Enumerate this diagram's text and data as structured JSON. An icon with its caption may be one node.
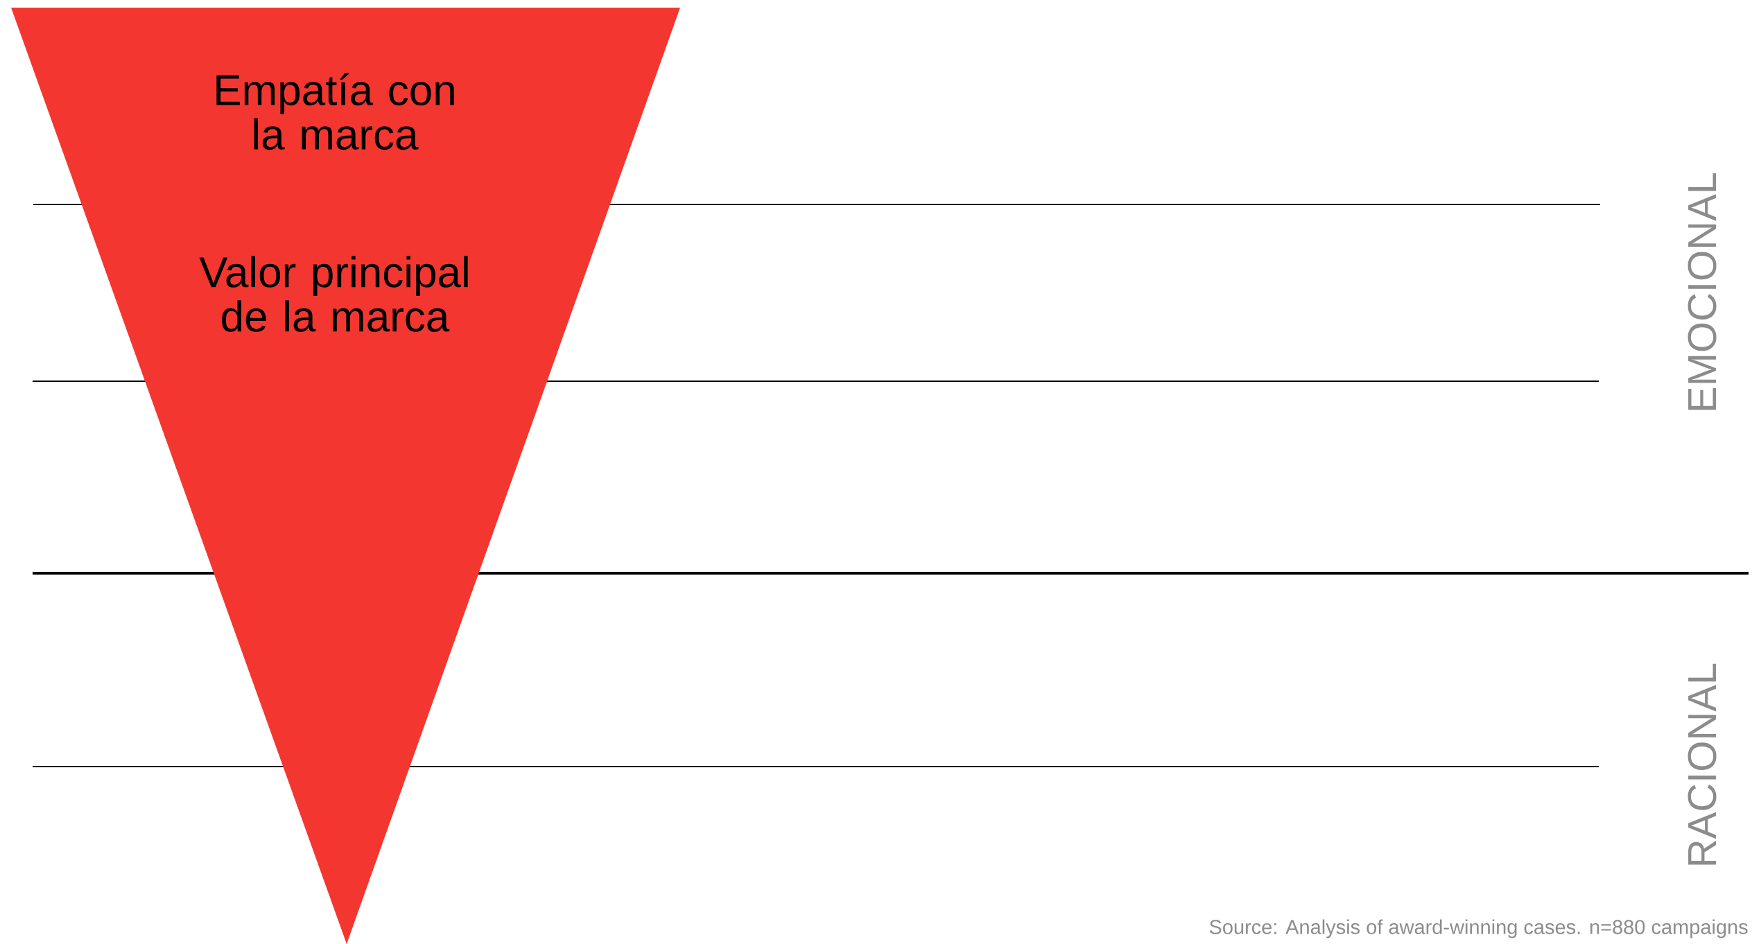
{
  "diagram": {
    "caption": "Source: Analysis of award-winning cases. n=880 campaigns",
    "nodes": [
      {
        "text": [
          "Empatía con la marca",
          "Valor principal de la marca"
        ]
      }
    ],
    "labels": [
      "EMOCIONAL",
      "RACIONAL"
    ]
  }
}
